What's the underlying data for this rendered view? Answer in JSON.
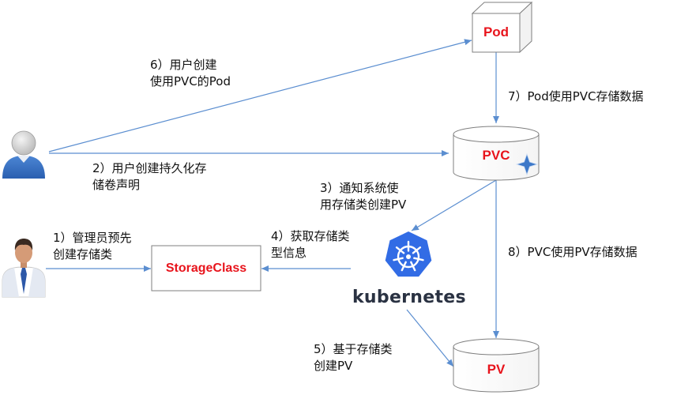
{
  "nodes": {
    "pod": "Pod",
    "pvc": "PVC",
    "pv": "PV",
    "storageclass": "StorageClass",
    "kubernetes": "kubernetes"
  },
  "steps": {
    "s1": [
      "1）管理员预先",
      "创建存储类"
    ],
    "s2": [
      "2）用户创建持久化存",
      "储卷声明"
    ],
    "s3": [
      "3）通知系统使",
      "用存储类创建PV"
    ],
    "s4": [
      "4）获取存储类",
      "型信息"
    ],
    "s5": [
      "5）基于存储类",
      "创建PV"
    ],
    "s6": [
      "6）用户创建",
      "使用PVC的Pod"
    ],
    "s7": [
      "7）Pod使用PVC存储数据"
    ],
    "s8": [
      "8）PVC使用PV存储数据"
    ]
  },
  "colors": {
    "node_text": "#e8141c",
    "arrow": "#5b8ed0",
    "k8s_blue": "#326ce5",
    "box_stroke": "#7f7f7f"
  },
  "icons": {
    "user": "user-icon",
    "admin": "admin-icon",
    "kubernetes": "kubernetes-logo-icon",
    "sparkle": "sparkle-icon"
  }
}
